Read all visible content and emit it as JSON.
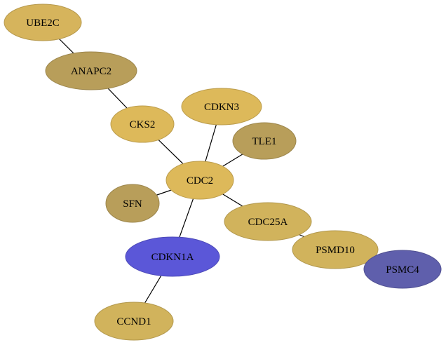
{
  "palette": {
    "gold_light": "#ddb95a",
    "gold_medium": "#d1b35c",
    "gold_dark": "#b89e5a",
    "gold_border": "#c9a84a",
    "blue_bright": "#5b57d8",
    "blue_bright_border": "#3f3bbf",
    "blue_dark": "#5f5fac",
    "blue_dark_border": "#3f3f8f"
  },
  "nodes": [
    {
      "id": "UBE2C",
      "label": "UBE2C",
      "fill": "#d6b45c"
    },
    {
      "id": "ANAPC2",
      "label": "ANAPC2",
      "fill": "#b89e5a"
    },
    {
      "id": "CKS2",
      "label": "CKS2",
      "fill": "#ddb95a"
    },
    {
      "id": "CDKN3",
      "label": "CDKN3",
      "fill": "#ddb95a"
    },
    {
      "id": "TLE1",
      "label": "TLE1",
      "fill": "#b89e5a"
    },
    {
      "id": "CDC2",
      "label": "CDC2",
      "fill": "#ddb95a"
    },
    {
      "id": "SFN",
      "label": "SFN",
      "fill": "#b89e5a"
    },
    {
      "id": "CDC25A",
      "label": "CDC25A",
      "fill": "#d1b35c"
    },
    {
      "id": "PSMD10",
      "label": "PSMD10",
      "fill": "#d1b35c"
    },
    {
      "id": "CDKN1A",
      "label": "CDKN1A",
      "fill": "#5b57d8"
    },
    {
      "id": "PSMC4",
      "label": "PSMC4",
      "fill": "#5f5fac"
    },
    {
      "id": "CCND1",
      "label": "CCND1",
      "fill": "#d1b35c"
    }
  ],
  "edges": [
    {
      "from": "UBE2C",
      "to": "ANAPC2"
    },
    {
      "from": "ANAPC2",
      "to": "CKS2"
    },
    {
      "from": "CKS2",
      "to": "CDC2"
    },
    {
      "from": "CDKN3",
      "to": "CDC2"
    },
    {
      "from": "TLE1",
      "to": "CDC2"
    },
    {
      "from": "SFN",
      "to": "CDC2"
    },
    {
      "from": "CDC2",
      "to": "CDC25A"
    },
    {
      "from": "CDC2",
      "to": "CDKN1A"
    },
    {
      "from": "CDC25A",
      "to": "PSMD10"
    },
    {
      "from": "PSMD10",
      "to": "PSMC4"
    },
    {
      "from": "CDKN1A",
      "to": "CCND1"
    }
  ]
}
